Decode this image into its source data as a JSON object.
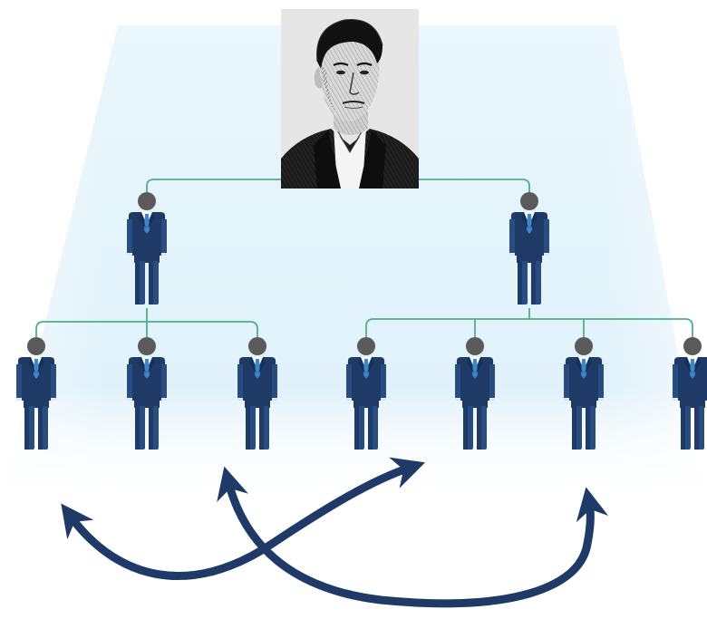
{
  "diagram": {
    "kind": "org-hierarchy",
    "top_node": {
      "picture": "engraved-portrait",
      "label": ""
    },
    "levels": [
      {
        "level": 2,
        "count": 2,
        "icon": "businessman-icon"
      },
      {
        "level": 3,
        "count": 7,
        "icon": "businessman-icon",
        "parents": [
          1,
          1,
          1,
          2,
          2,
          2,
          2
        ]
      }
    ],
    "cross_links": [
      {
        "from_person": 1,
        "to_person": 4,
        "style": "curved-double-arrow"
      },
      {
        "from_person": 2,
        "to_person": 6,
        "style": "curved-double-arrow"
      }
    ],
    "colors": {
      "backdrop": "#e3f3fb",
      "backdrop_edge": "#f2fafe",
      "connector": "#4fae8a",
      "suit": "#1f3a66",
      "suit_shade": "#2a4d80",
      "head": "#5a5a5a",
      "tie": "#3f86c9",
      "shirt": "#ffffff",
      "arrow": "#1f3a66"
    }
  }
}
